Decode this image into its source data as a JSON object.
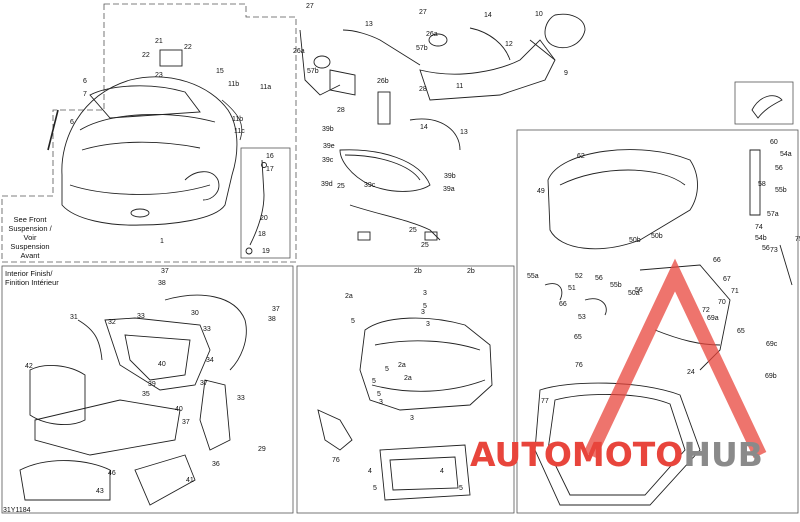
{
  "diagram_code": "31Y1184",
  "notes": {
    "front_suspension": [
      "See Front",
      "Suspension /",
      "Voir",
      "Suspension",
      "Avant"
    ],
    "interior_finish": [
      "Interior Finish/",
      "Finition Intérieur"
    ]
  },
  "watermark": {
    "part1": "AUTO",
    "part2": "MOTO",
    "part3": "HUB",
    "color_red": "#e8453c",
    "color_gray": "#8a8a8a"
  },
  "callouts": {
    "main": [
      "6",
      "7",
      "6",
      "21",
      "22",
      "22",
      "23",
      "15",
      "11b",
      "11a",
      "11b",
      "11c",
      "1",
      "16",
      "17",
      "20",
      "18",
      "19"
    ],
    "top": [
      "27",
      "13",
      "26a",
      "57b",
      "26b",
      "28",
      "11",
      "14",
      "27",
      "26a",
      "57b",
      "12",
      "10",
      "9",
      "28",
      "14",
      "13"
    ],
    "center": [
      "39b",
      "39e",
      "39c",
      "39d",
      "25",
      "39c",
      "39b",
      "39a",
      "25",
      "25"
    ],
    "interior": [
      "37",
      "38",
      "30",
      "33",
      "32",
      "31",
      "33",
      "34",
      "40",
      "35",
      "42",
      "39",
      "37",
      "36",
      "29",
      "40",
      "46",
      "43",
      "41",
      "38",
      "37",
      "33",
      "37"
    ],
    "frame": [
      "2a",
      "2b",
      "2b",
      "3",
      "5",
      "3",
      "5",
      "3",
      "5",
      "2a",
      "5",
      "2a",
      "5",
      "3",
      "3",
      "76",
      "4",
      "5",
      "4",
      "5"
    ],
    "right": [
      "62",
      "50b",
      "49",
      "50b",
      "60",
      "54a",
      "56",
      "55b",
      "58",
      "57a",
      "74",
      "54b",
      "73",
      "75",
      "56",
      "66",
      "67",
      "71",
      "70",
      "72",
      "69a",
      "65",
      "69c",
      "69b",
      "24",
      "55a",
      "51",
      "52",
      "56",
      "55b",
      "50a",
      "56",
      "66",
      "53",
      "65",
      "76",
      "77"
    ]
  }
}
